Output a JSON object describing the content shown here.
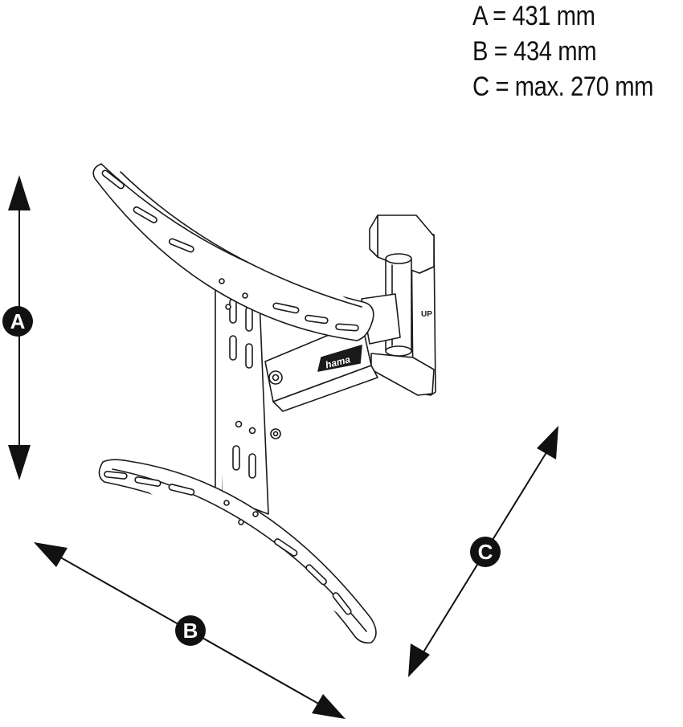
{
  "specs": [
    {
      "text": "A = 431 mm"
    },
    {
      "text": "B = 434 mm"
    },
    {
      "text": "C = max. 270 mm"
    }
  ],
  "markers": {
    "a": "A",
    "b": "B",
    "c": "C"
  },
  "bracket": {
    "logo": "hama",
    "up_label": "UP"
  },
  "colors": {
    "line": "#1a1a1a",
    "fill": "#ffffff",
    "marker": "#111111"
  }
}
